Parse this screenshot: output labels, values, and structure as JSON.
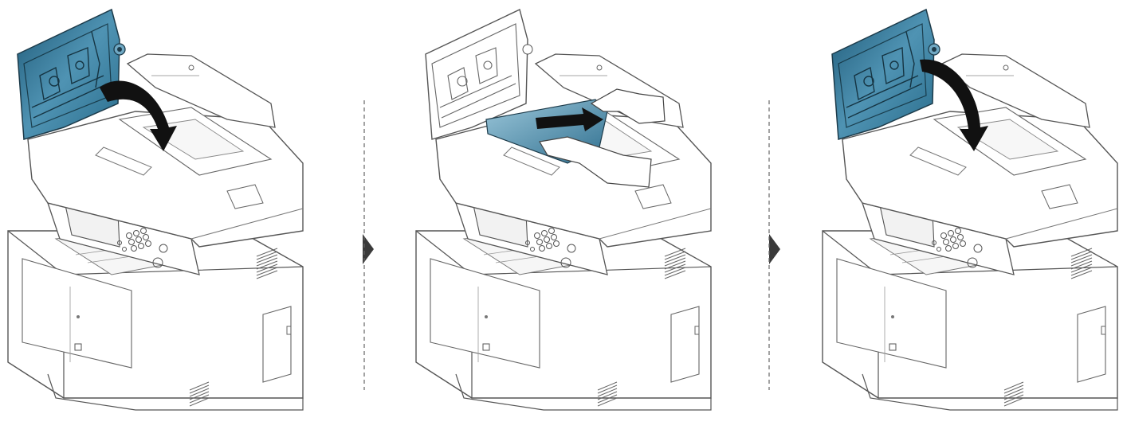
{
  "steps": [
    {
      "id": "open-cover",
      "action": "open-adf-cover",
      "arrow": "open-arrow-icon"
    },
    {
      "id": "remove-paper",
      "action": "pull-jammed-paper",
      "arrow": "pull-arrow-icon"
    },
    {
      "id": "close-cover",
      "action": "close-adf-cover",
      "arrow": "close-arrow-icon"
    }
  ],
  "colors": {
    "line": "#555555",
    "body": "#ffffff",
    "shade": "#eeeeee",
    "highlight": "#2f6f8f",
    "highlight_light": "#7fb2c9",
    "arrow": "#111111",
    "separator": "#666666",
    "step_marker": "#3a3a3a"
  },
  "icons": [
    "open-arrow-icon",
    "pull-arrow-icon",
    "close-arrow-icon",
    "step-next-icon",
    "hand-icon"
  ]
}
